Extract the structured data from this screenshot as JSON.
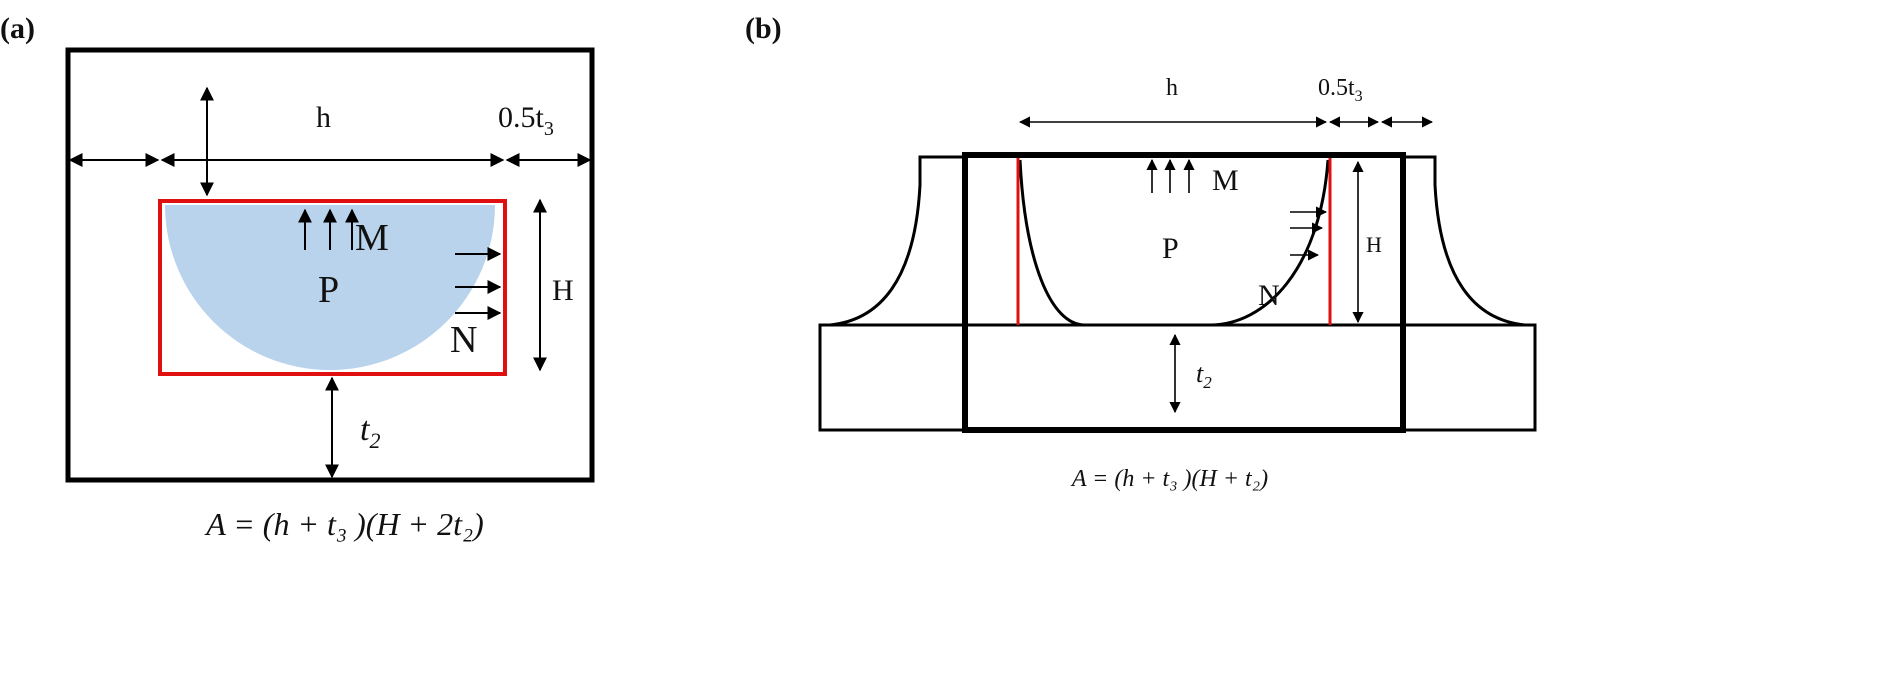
{
  "panel_a": {
    "label": "(a)",
    "h_label": "h",
    "t3_label": "0.5t",
    "t3_sub": "3",
    "M_label": "M",
    "P_label": "P",
    "N_label": "N",
    "H_label": "H",
    "t2_label": "t",
    "t2_sub": "2",
    "formula": "A = (h + t₃ )(H + 2t₂)"
  },
  "panel_b": {
    "label": "(b)",
    "h_label": "h",
    "t3_label": "0.5t",
    "t3_sub": "3",
    "M_label": "M",
    "P_label": "P",
    "N_label": "N",
    "H_label": "H",
    "t2_label": "t",
    "t2_sub": "2",
    "formula": "A = (h + t₃ )(H + t₂)"
  },
  "colors": {
    "red": "#e01010",
    "blue": "#b9d3ec",
    "black": "#000000"
  }
}
